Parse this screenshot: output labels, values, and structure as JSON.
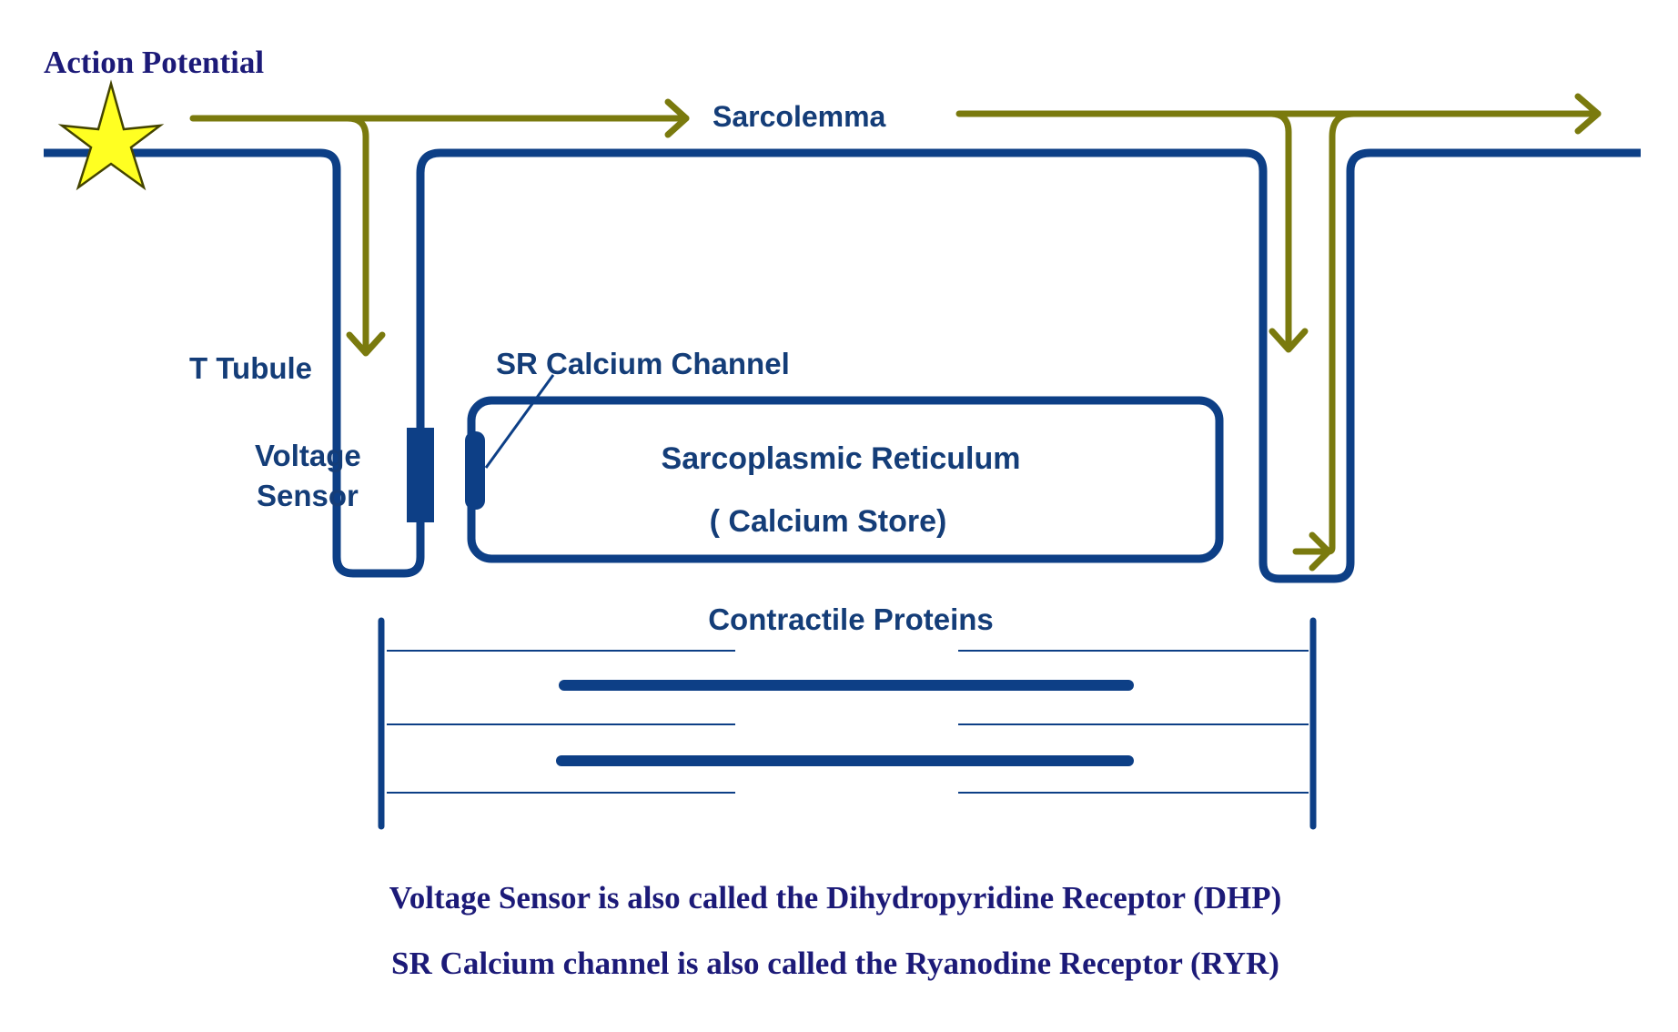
{
  "labels": {
    "action_potential": "Action Potential",
    "sarcolemma": "Sarcolemma",
    "t_tubule": "T Tubule",
    "sr_calcium_channel": "SR Calcium Channel",
    "voltage_sensor_line1": "Voltage",
    "voltage_sensor_line2": "Sensor",
    "sarcoplasmic_reticulum": "Sarcoplasmic Reticulum",
    "calcium_store": "( Calcium Store)",
    "contractile_proteins": "Contractile Proteins"
  },
  "notes": {
    "dhp": "Voltage Sensor is also called the Dihydropyridine Receptor (DHP)",
    "ryr": "SR Calcium channel is also called the Ryanodine Receptor (RYR)"
  },
  "colors": {
    "membrane": "#0d3f86",
    "signal_arrow": "#7a7a0e",
    "label_text": "#143d78",
    "note_text": "#1c1a78",
    "star_fill": "#ffff22",
    "star_stroke": "#444400"
  }
}
